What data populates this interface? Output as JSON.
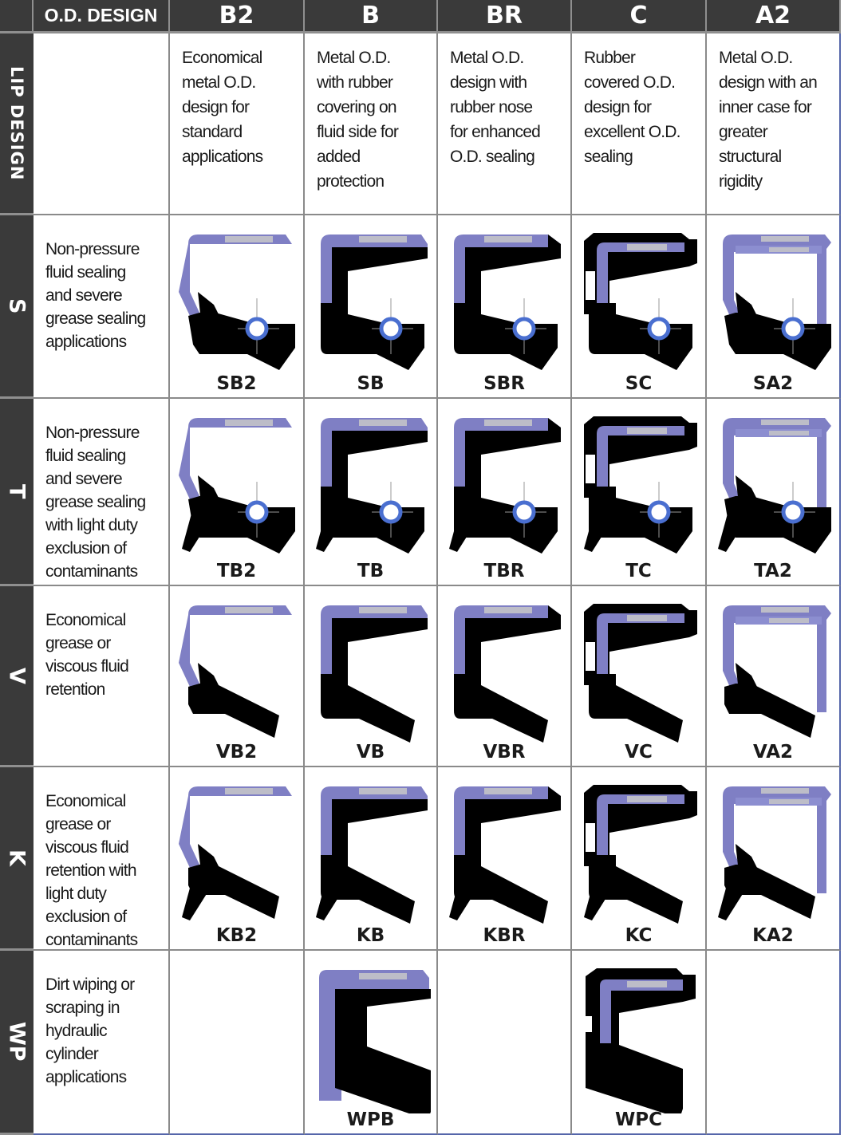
{
  "header": {
    "corner": "",
    "od_design_label": "O.D. DESIGN",
    "columns": [
      "B2",
      "B",
      "BR",
      "C",
      "A2"
    ]
  },
  "lip_design_label": "LIP DESIGN",
  "od_descriptions": {
    "B2": "Economical\nmetal O.D.\ndesign for\nstandard\napplications",
    "B": "Metal O.D.\nwith rubber\ncovering on\nfluid side for\nadded\nprotection",
    "BR": "Metal O.D.\ndesign with\nrubber nose\nfor enhanced\nO.D. sealing",
    "C": "Rubber\ncovered O.D.\ndesign for\nexcellent O.D.\nsealing",
    "A2": "Metal O.D.\ndesign with an\ninner case for\ngreater\nstructural\nrigidity"
  },
  "rows": [
    {
      "lip": "S",
      "description": "Non-pressure\nfluid sealing\nand severe\ngrease sealing\napplications",
      "seals": [
        "SB2",
        "SB",
        "SBR",
        "SC",
        "SA2"
      ]
    },
    {
      "lip": "T",
      "description": "Non-pressure\nfluid sealing\nand severe\ngrease sealing\nwith light duty\nexclusion of\ncontaminants",
      "seals": [
        "TB2",
        "TB",
        "TBR",
        "TC",
        "TA2"
      ]
    },
    {
      "lip": "V",
      "description": "Economical\ngrease or\nviscous fluid\nretention",
      "seals": [
        "VB2",
        "VB",
        "VBR",
        "VC",
        "VA2"
      ]
    },
    {
      "lip": "K",
      "description": "Economical\ngrease or\nviscous fluid\nretention with\nlight duty\nexclusion of\ncontaminants",
      "seals": [
        "KB2",
        "KB",
        "KBR",
        "KC",
        "KA2"
      ]
    },
    {
      "lip": "WP",
      "description": "Dirt wiping or\nscraping in\nhydraulic\ncylinder\napplications",
      "seals": [
        "",
        "WPB",
        "",
        "WPC",
        ""
      ]
    }
  ],
  "colors": {
    "header_bg": "#3a3a3a",
    "header_text": "#ffffff",
    "metal_case": "#7f7fc4",
    "rubber": "#000000",
    "spring": "#4a6fd0",
    "grid_line": "#8a8a8a"
  }
}
